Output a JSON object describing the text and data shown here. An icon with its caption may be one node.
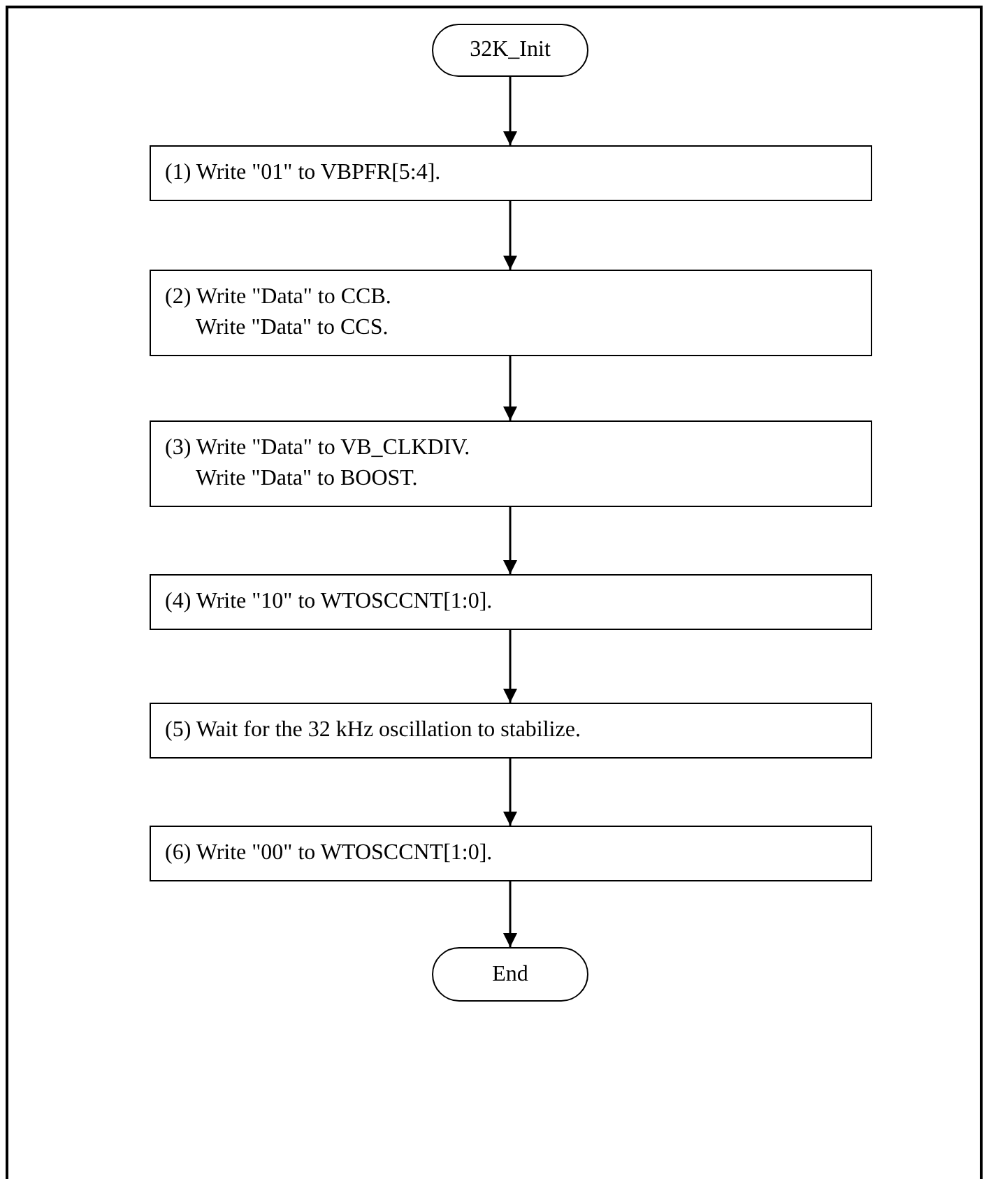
{
  "diagram": {
    "nodes": [
      {
        "text": [
          "32K_Init"
        ]
      },
      {
        "text": [
          "(1) Write \"01\" to VBPFR[5:4]."
        ]
      },
      {
        "text": [
          "(2) Write \"Data\" to CCB.",
          "Write \"Data\" to CCS."
        ]
      },
      {
        "text": [
          "(3) Write \"Data\" to VB_CLKDIV.",
          "Write \"Data\" to BOOST."
        ]
      },
      {
        "text": [
          "(4) Write \"10\" to WTOSCCNT[1:0]."
        ]
      },
      {
        "text": [
          "(5) Wait for the 32 kHz oscillation to stabilize."
        ]
      },
      {
        "text": [
          "(6) Write \"00\" to WTOSCCNT[1:0]."
        ]
      },
      {
        "text": [
          "End"
        ]
      }
    ],
    "edges": [
      {
        "from": 0,
        "to": 1,
        "arrow": "to"
      },
      {
        "from": 1,
        "to": 2,
        "arrow": "to"
      },
      {
        "from": 2,
        "to": 3,
        "arrow": "to"
      },
      {
        "from": 3,
        "to": 4,
        "arrow": "to"
      },
      {
        "from": 4,
        "to": 5,
        "arrow": "to"
      },
      {
        "from": 5,
        "to": 6,
        "arrow": "to"
      },
      {
        "from": 6,
        "to": 7,
        "arrow": "to"
      }
    ]
  }
}
